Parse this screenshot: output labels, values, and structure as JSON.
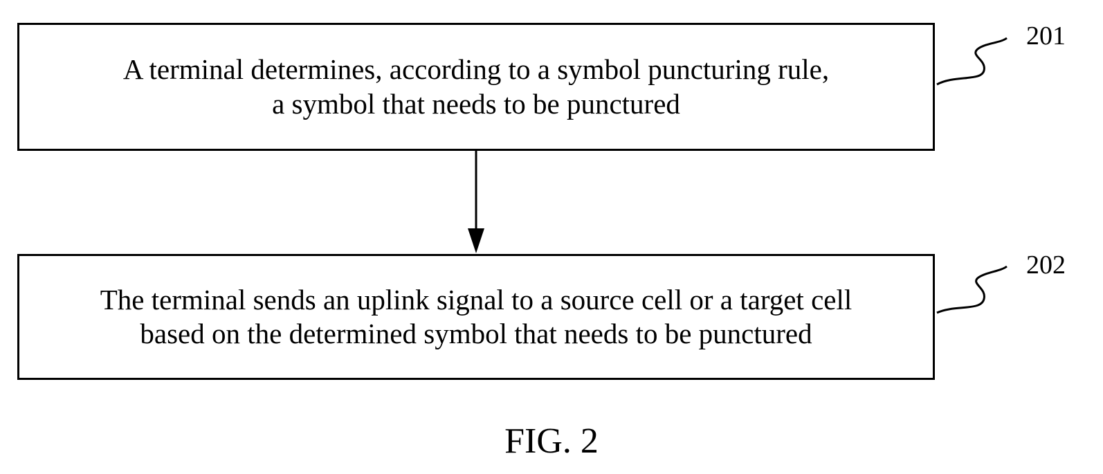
{
  "steps": [
    {
      "ref": "201",
      "lines": [
        "A terminal determines, according to a symbol puncturing rule,",
        "a symbol that needs to be punctured"
      ]
    },
    {
      "ref": "202",
      "lines": [
        "The terminal sends an uplink signal to a source cell or a target cell",
        "based on the determined symbol that needs to be punctured"
      ]
    }
  ],
  "caption": "FIG. 2",
  "colors": {
    "line": "#000000",
    "background": "#ffffff"
  }
}
